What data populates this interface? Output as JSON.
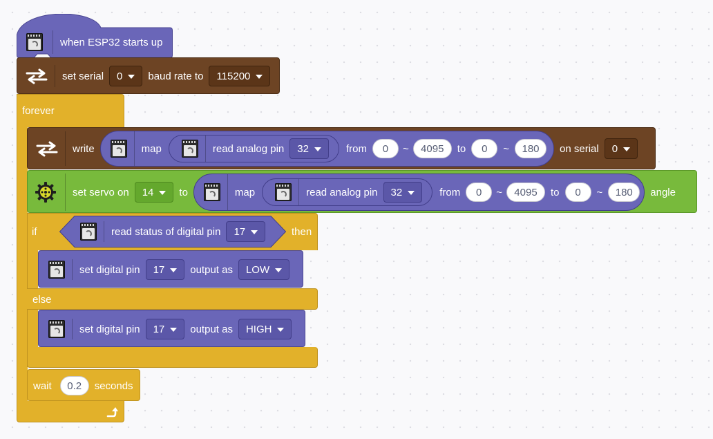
{
  "blocks": {
    "hat": {
      "label": "when ESP32 starts up",
      "icon": "esp32-chip-icon"
    },
    "serial_setup": {
      "set_serial": "set serial",
      "port": "0",
      "baud_label": "baud rate to",
      "baud": "115200",
      "icon": "serial-arrows-icon"
    },
    "forever": {
      "label": "forever",
      "loop_icon": "loop-arrow-icon"
    },
    "write": {
      "write": "write",
      "map": "map",
      "read_label": "read analog pin",
      "pin": "32",
      "from": "from",
      "from_min": "0",
      "tilde1": "~",
      "from_max": "4095",
      "to": "to",
      "to_min": "0",
      "tilde2": "~",
      "to_max": "180",
      "on_serial": "on serial",
      "serial_port": "0"
    },
    "servo": {
      "set_servo": "set servo on",
      "pin": "14",
      "to": "to",
      "map": "map",
      "read_label": "read analog pin",
      "read_pin": "32",
      "from": "from",
      "from_min": "0",
      "tilde1": "~",
      "from_max": "4095",
      "to2": "to",
      "to_min": "0",
      "tilde2": "~",
      "to_max": "180",
      "angle": "angle",
      "icon": "servo-gear-icon"
    },
    "if_else": {
      "if": "if",
      "cond_label": "read status of digital pin",
      "cond_pin": "17",
      "then": "then",
      "else": "else",
      "then_action": {
        "label": "set digital pin",
        "pin": "17",
        "output_as": "output as",
        "value": "LOW"
      },
      "else_action": {
        "label": "set digital pin",
        "pin": "17",
        "output_as": "output as",
        "value": "HIGH"
      }
    },
    "wait": {
      "wait": "wait",
      "value": "0.2",
      "seconds": "seconds"
    }
  },
  "colors": {
    "purple": "#6a66b8",
    "brown": "#6d4424",
    "yellow": "#e2b12a",
    "green": "#78ba3c",
    "canvas": "#f9f9fb"
  }
}
